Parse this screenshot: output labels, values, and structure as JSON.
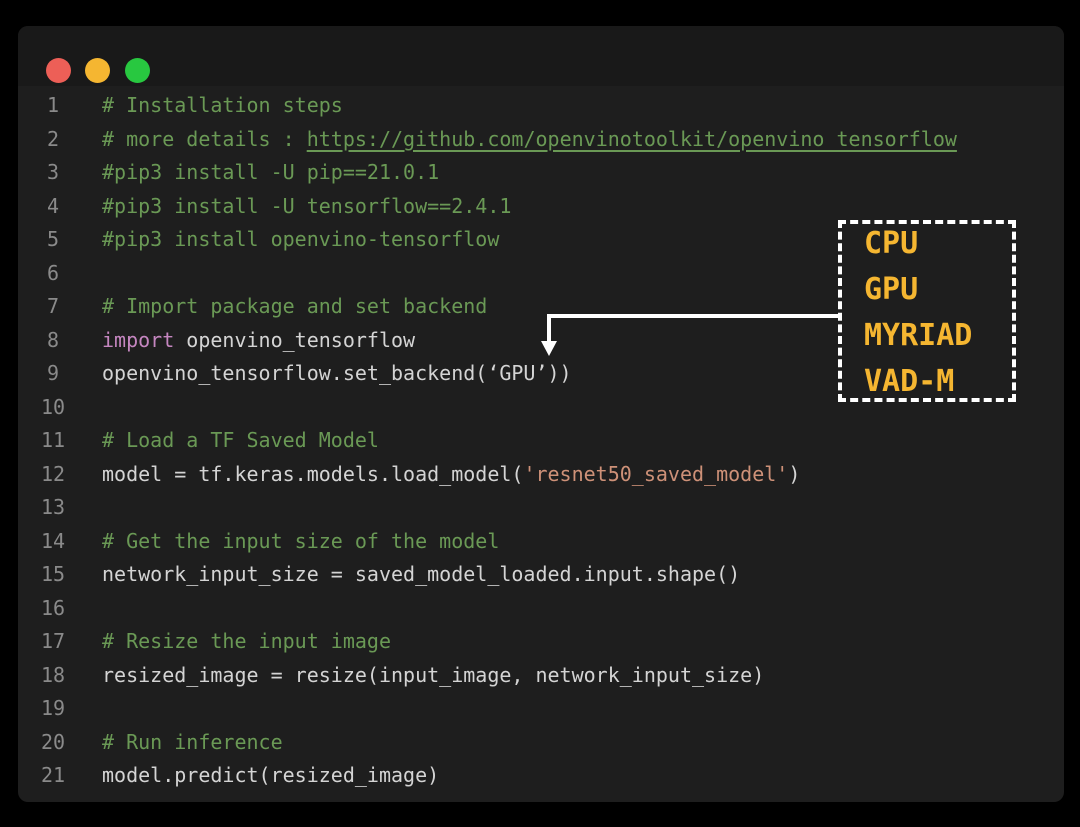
{
  "window": {
    "controls": [
      {
        "name": "close",
        "color": "#ed5f57"
      },
      {
        "name": "minimize",
        "color": "#f5b631"
      },
      {
        "name": "maximize",
        "color": "#28c840"
      }
    ]
  },
  "colors": {
    "background": "#1e1e1e",
    "comment": "#6a9955",
    "keyword": "#c586c0",
    "string": "#ce9178",
    "text": "#d4d4d4",
    "line_number": "#8a8a8a",
    "callout_text": "#f5b631"
  },
  "code": {
    "lines": [
      {
        "num": "1",
        "tokens": [
          {
            "t": "comment",
            "v": "# Installation steps"
          }
        ]
      },
      {
        "num": "2",
        "tokens": [
          {
            "t": "comment",
            "v": "# more details : "
          },
          {
            "t": "link",
            "v": "https://github.com/openvinotoolkit/openvino_tensorflow"
          }
        ]
      },
      {
        "num": "3",
        "tokens": [
          {
            "t": "comment",
            "v": "#pip3 install -U pip==21.0.1"
          }
        ]
      },
      {
        "num": "4",
        "tokens": [
          {
            "t": "comment",
            "v": "#pip3 install -U tensorflow==2.4.1"
          }
        ]
      },
      {
        "num": "5",
        "tokens": [
          {
            "t": "comment",
            "v": "#pip3 install openvino-tensorflow"
          }
        ]
      },
      {
        "num": "6",
        "tokens": []
      },
      {
        "num": "7",
        "tokens": [
          {
            "t": "comment",
            "v": "# Import package and set backend"
          }
        ]
      },
      {
        "num": "8",
        "tokens": [
          {
            "t": "keyword",
            "v": "import"
          },
          {
            "t": "plain",
            "v": " openvino_tensorflow"
          }
        ]
      },
      {
        "num": "9",
        "tokens": [
          {
            "t": "plain",
            "v": "openvino_tensorflow.set_backend(‘GPU’))"
          }
        ]
      },
      {
        "num": "10",
        "tokens": []
      },
      {
        "num": "11",
        "tokens": [
          {
            "t": "comment",
            "v": "# Load a TF Saved Model"
          }
        ]
      },
      {
        "num": "12",
        "tokens": [
          {
            "t": "plain",
            "v": "model = tf.keras.models.load_model("
          },
          {
            "t": "string",
            "v": "'resnet50_saved_model'"
          },
          {
            "t": "plain",
            "v": ")"
          }
        ]
      },
      {
        "num": "13",
        "tokens": []
      },
      {
        "num": "14",
        "tokens": [
          {
            "t": "comment",
            "v": "# Get the input size of the model"
          }
        ]
      },
      {
        "num": "15",
        "tokens": [
          {
            "t": "plain",
            "v": "network_input_size = saved_model_loaded.input.shape()"
          }
        ]
      },
      {
        "num": "16",
        "tokens": []
      },
      {
        "num": "17",
        "tokens": [
          {
            "t": "comment",
            "v": "# Resize the input image"
          }
        ]
      },
      {
        "num": "18",
        "tokens": [
          {
            "t": "plain",
            "v": "resized_image = resize(input_image, network_input_size)"
          }
        ]
      },
      {
        "num": "19",
        "tokens": []
      },
      {
        "num": "20",
        "tokens": [
          {
            "t": "comment",
            "v": "# Run inference"
          }
        ]
      },
      {
        "num": "21",
        "tokens": [
          {
            "t": "plain",
            "v": "model.predict(resized_image)"
          }
        ]
      }
    ]
  },
  "callout": {
    "devices": [
      "CPU",
      "GPU",
      "MYRIAD",
      "VAD-M"
    ],
    "arrow_icon": "arrow-down-left-icon"
  }
}
